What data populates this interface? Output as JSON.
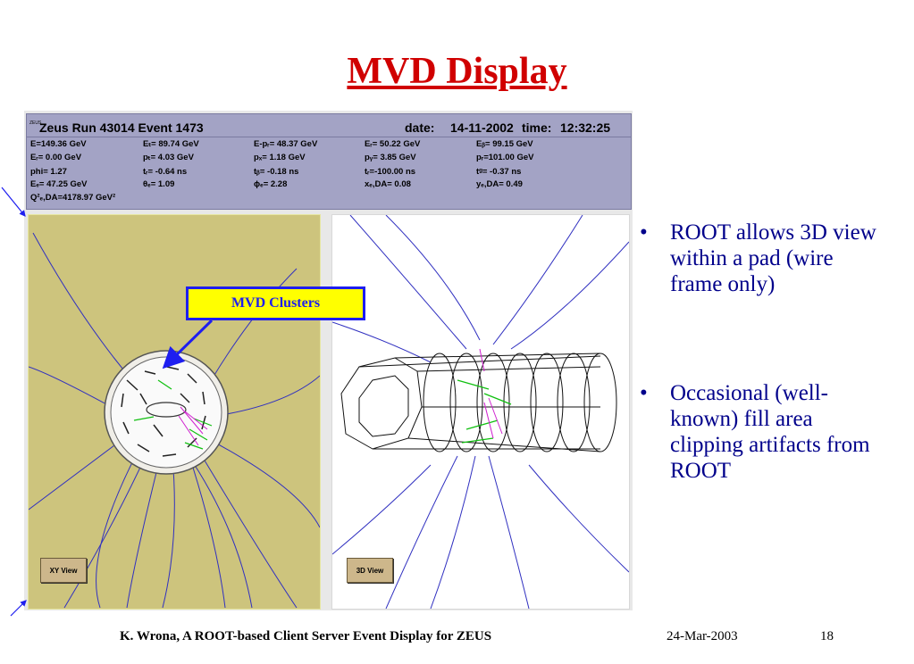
{
  "title": "MVD Display",
  "event_header": {
    "run": "Zeus Run 43014 Event 1473",
    "tiny_label": "ZEUS",
    "date_label": "date:",
    "date": "14-11-2002",
    "time_label": "time:",
    "time": "12:32:25"
  },
  "event_values": {
    "col1": [
      "E=149.36 GeV",
      "Eᵣ=  0.00 GeV",
      "phi=  1.27",
      "Eₑ= 47.25 GeV",
      "Q²ₑ,DA=4178.97 GeV²"
    ],
    "col2": [
      "Eₜ= 89.74 GeV",
      "pₜ=  4.03 GeV",
      "tᵣ= -0.64 ns",
      "θₑ=  1.09"
    ],
    "col3": [
      "E-pᵣ= 48.37 GeV",
      "pₓ=  1.18 GeV",
      "tᵦ= -0.18 ns",
      "ϕₑ=  2.28"
    ],
    "col4": [
      "Eᵣ= 50.22 GeV",
      "pᵧ=  3.85 GeV",
      "tᵣ=-100.00 ns",
      "xₑ,DA=  0.08"
    ],
    "col5": [
      "Eᵦ= 99.15 GeV",
      "pᵣ=101.00 GeV",
      "tᵍ= -0.37 ns",
      "yₑ,DA=  0.49"
    ]
  },
  "views": {
    "xy_button": "XY View",
    "threed_button": "3D View"
  },
  "callout": "MVD Clusters",
  "bullets": [
    "ROOT allows 3D view within a pad (wire frame only)",
    "Occasional (well-known) fill area clipping artifacts from ROOT"
  ],
  "footer": {
    "author": "K. Wrona, A ROOT-based Client Server Event Display for ZEUS",
    "date": "24-Mar-2003",
    "page": "18"
  },
  "colors": {
    "title": "#d00000",
    "bullet_text": "#00008b",
    "info_panel": "#a3a3c5",
    "xy_background": "#cdc47d",
    "callout_fill": "#ffff00",
    "callout_border": "#1e1ef0",
    "view_button": "#cdb78b"
  }
}
